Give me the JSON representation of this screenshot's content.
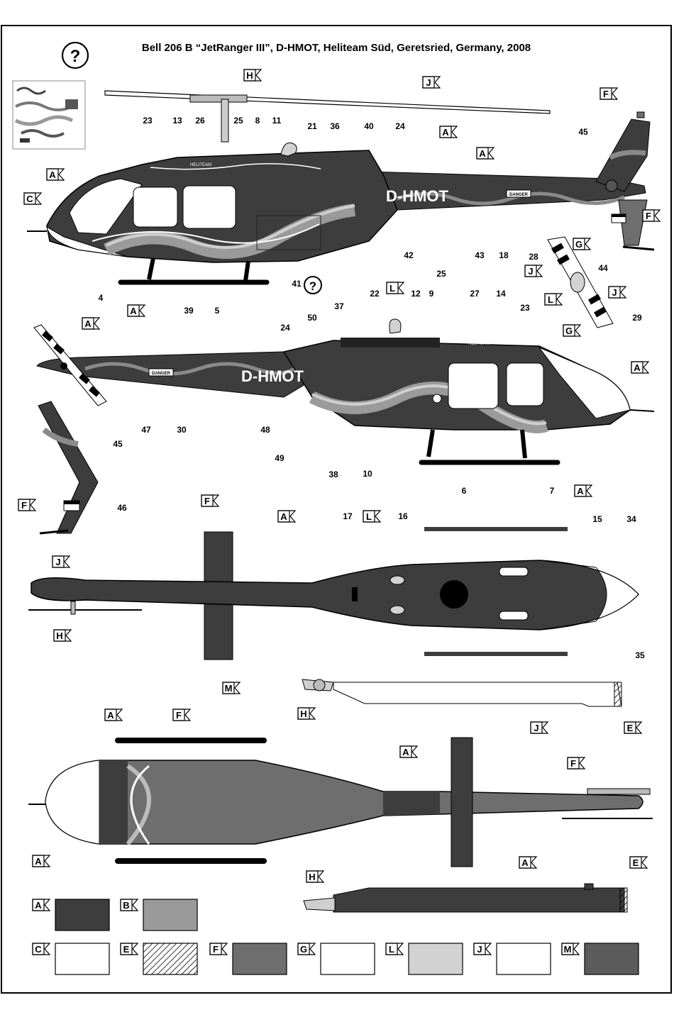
{
  "title": "Bell 206 B “JetRanger III”, D-HMOT, Heliteam Süd, Geretsried, Germany, 2008",
  "help_symbol": "?",
  "registration": "D-HMOT",
  "danger_label": "DANGER",
  "heliteam_label": "HELITEAM",
  "colors": {
    "A": "#3d3d3d",
    "B": "#9a9a9a",
    "C": "#ffffff",
    "F": "#6e6e6e",
    "G": "#ffffff",
    "L": "#d2d2d2",
    "J": "#ffffff",
    "M": "#5c5c5c"
  },
  "legend": [
    {
      "key": "A",
      "pattern": "solid"
    },
    {
      "key": "B",
      "pattern": "solid"
    },
    {
      "key": "C",
      "pattern": "solid"
    },
    {
      "key": "E",
      "pattern": "hatch"
    },
    {
      "key": "F",
      "pattern": "solid"
    },
    {
      "key": "G",
      "pattern": "solid"
    },
    {
      "key": "L",
      "pattern": "solid"
    },
    {
      "key": "J",
      "pattern": "solid"
    },
    {
      "key": "M",
      "pattern": "solid"
    }
  ],
  "callouts": {
    "side1": [
      "23",
      "13",
      "26",
      "25",
      "8",
      "11",
      "21",
      "36",
      "40",
      "24",
      "45",
      "42",
      "43",
      "18",
      "44",
      "4",
      "39",
      "5",
      "41",
      "28",
      "29"
    ],
    "side2": [
      "37",
      "22",
      "12",
      "9",
      "25",
      "27",
      "14",
      "23",
      "50",
      "24",
      "47",
      "30",
      "48",
      "49",
      "38",
      "10",
      "6",
      "7",
      "45",
      "46"
    ],
    "top": [
      "17",
      "16",
      "15",
      "34",
      "35"
    ]
  }
}
